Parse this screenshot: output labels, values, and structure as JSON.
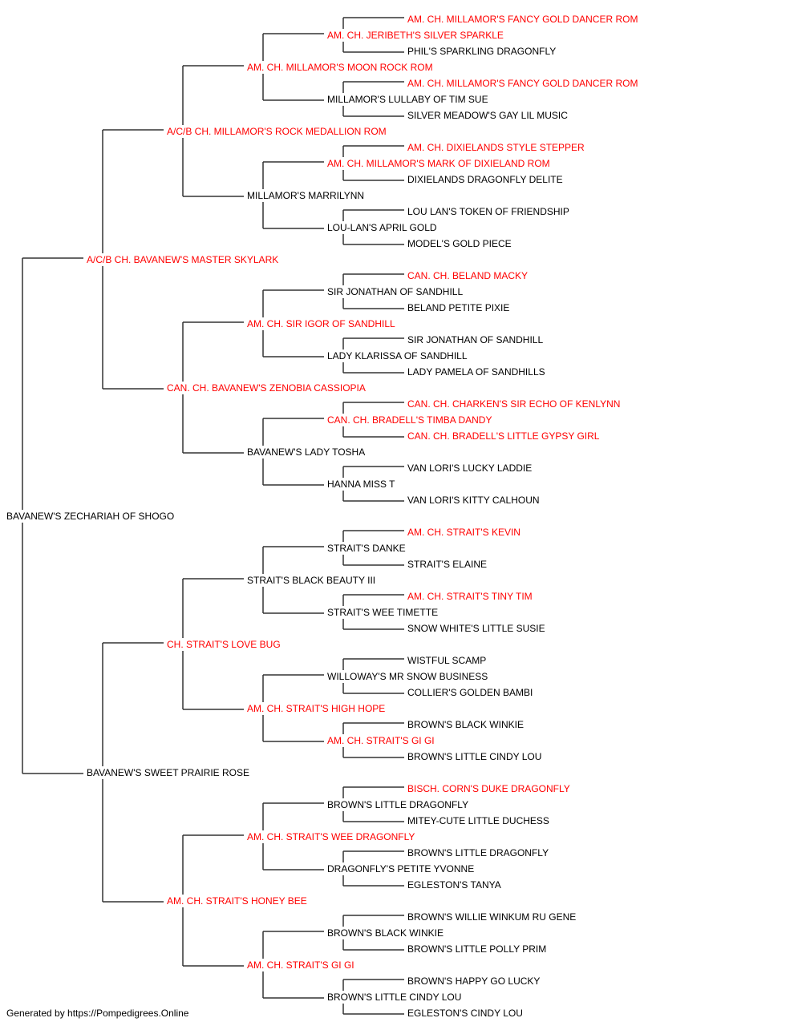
{
  "colors": {
    "champion": "#ff0000",
    "normal": "#000000",
    "line": "#333333"
  },
  "footer": {
    "credit": "Generated by https://Pompedigrees.Online"
  },
  "pedigree": [
    {
      "gen": 0,
      "row": 31,
      "name": "BAVANEW'S ZECHARIAH OF SHOGO",
      "champion": false
    },
    {
      "gen": 1,
      "row": 15,
      "name": "A/C/B CH. BAVANEW'S MASTER SKYLARK",
      "champion": true
    },
    {
      "gen": 1,
      "row": 47,
      "name": "BAVANEW'S SWEET PRAIRIE ROSE",
      "champion": false
    },
    {
      "gen": 2,
      "row": 7,
      "name": "A/C/B CH. MILLAMOR'S ROCK MEDALLION ROM",
      "champion": true
    },
    {
      "gen": 2,
      "row": 23,
      "name": "CAN. CH. BAVANEW'S ZENOBIA CASSIOPIA",
      "champion": true
    },
    {
      "gen": 2,
      "row": 39,
      "name": "CH. STRAIT'S LOVE BUG",
      "champion": true
    },
    {
      "gen": 2,
      "row": 55,
      "name": "AM. CH. STRAIT'S HONEY BEE",
      "champion": true
    },
    {
      "gen": 3,
      "row": 3,
      "name": "AM. CH. MILLAMOR'S MOON ROCK ROM",
      "champion": true
    },
    {
      "gen": 3,
      "row": 11,
      "name": "MILLAMOR'S MARRILYNN",
      "champion": false
    },
    {
      "gen": 3,
      "row": 19,
      "name": "AM. CH. SIR IGOR OF SANDHILL",
      "champion": true
    },
    {
      "gen": 3,
      "row": 27,
      "name": "BAVANEW'S LADY TOSHA",
      "champion": false
    },
    {
      "gen": 3,
      "row": 35,
      "name": "STRAIT'S BLACK BEAUTY III",
      "champion": false
    },
    {
      "gen": 3,
      "row": 43,
      "name": "AM. CH. STRAIT'S HIGH HOPE",
      "champion": true
    },
    {
      "gen": 3,
      "row": 51,
      "name": "AM. CH. STRAIT'S WEE DRAGONFLY",
      "champion": true
    },
    {
      "gen": 3,
      "row": 59,
      "name": "AM. CH. STRAIT'S GI GI",
      "champion": true
    },
    {
      "gen": 4,
      "row": 1,
      "name": "AM. CH. JERIBETH'S SILVER SPARKLE",
      "champion": true
    },
    {
      "gen": 4,
      "row": 5,
      "name": "MILLAMOR'S LULLABY OF TIM SUE",
      "champion": false
    },
    {
      "gen": 4,
      "row": 9,
      "name": "AM. CH. MILLAMOR'S MARK OF DIXIELAND ROM",
      "champion": true
    },
    {
      "gen": 4,
      "row": 13,
      "name": "LOU-LAN'S APRIL GOLD",
      "champion": false
    },
    {
      "gen": 4,
      "row": 17,
      "name": "SIR JONATHAN OF SANDHILL",
      "champion": false
    },
    {
      "gen": 4,
      "row": 21,
      "name": "LADY KLARISSA OF SANDHILL",
      "champion": false
    },
    {
      "gen": 4,
      "row": 25,
      "name": "CAN. CH. BRADELL'S TIMBA DANDY",
      "champion": true
    },
    {
      "gen": 4,
      "row": 29,
      "name": "HANNA MISS T",
      "champion": false
    },
    {
      "gen": 4,
      "row": 33,
      "name": "STRAIT'S DANKE",
      "champion": false
    },
    {
      "gen": 4,
      "row": 37,
      "name": "STRAIT'S WEE TIMETTE",
      "champion": false
    },
    {
      "gen": 4,
      "row": 41,
      "name": "WILLOWAY'S MR SNOW BUSINESS",
      "champion": false
    },
    {
      "gen": 4,
      "row": 45,
      "name": "AM. CH. STRAIT'S GI GI",
      "champion": true
    },
    {
      "gen": 4,
      "row": 49,
      "name": "BROWN'S LITTLE DRAGONFLY",
      "champion": false
    },
    {
      "gen": 4,
      "row": 53,
      "name": "DRAGONFLY'S PETITE YVONNE",
      "champion": false
    },
    {
      "gen": 4,
      "row": 57,
      "name": "BROWN'S BLACK WINKIE",
      "champion": false
    },
    {
      "gen": 4,
      "row": 61,
      "name": "BROWN'S LITTLE CINDY LOU",
      "champion": false
    },
    {
      "gen": 5,
      "row": 0,
      "name": "AM. CH. MILLAMOR'S FANCY GOLD DANCER ROM",
      "champion": true
    },
    {
      "gen": 5,
      "row": 2,
      "name": "PHIL'S SPARKLING DRAGONFLY",
      "champion": false
    },
    {
      "gen": 5,
      "row": 4,
      "name": "AM. CH. MILLAMOR'S FANCY GOLD DANCER ROM",
      "champion": true
    },
    {
      "gen": 5,
      "row": 6,
      "name": "SILVER MEADOW'S GAY LIL MUSIC",
      "champion": false
    },
    {
      "gen": 5,
      "row": 8,
      "name": "AM. CH. DIXIELANDS STYLE STEPPER",
      "champion": true
    },
    {
      "gen": 5,
      "row": 10,
      "name": "DIXIELANDS DRAGONFLY DELITE",
      "champion": false
    },
    {
      "gen": 5,
      "row": 12,
      "name": "LOU LAN'S TOKEN OF FRIENDSHIP",
      "champion": false
    },
    {
      "gen": 5,
      "row": 14,
      "name": "MODEL'S GOLD PIECE",
      "champion": false
    },
    {
      "gen": 5,
      "row": 16,
      "name": "CAN. CH. BELAND MACKY",
      "champion": true
    },
    {
      "gen": 5,
      "row": 18,
      "name": "BELAND PETITE PIXIE",
      "champion": false
    },
    {
      "gen": 5,
      "row": 20,
      "name": "SIR JONATHAN OF SANDHILL",
      "champion": false
    },
    {
      "gen": 5,
      "row": 22,
      "name": "LADY PAMELA OF SANDHILLS",
      "champion": false
    },
    {
      "gen": 5,
      "row": 24,
      "name": "CAN. CH. CHARKEN'S SIR ECHO OF KENLYNN",
      "champion": true
    },
    {
      "gen": 5,
      "row": 26,
      "name": "CAN. CH. BRADELL'S LITTLE GYPSY GIRL",
      "champion": true
    },
    {
      "gen": 5,
      "row": 28,
      "name": "VAN LORI'S LUCKY LADDIE",
      "champion": false
    },
    {
      "gen": 5,
      "row": 30,
      "name": "VAN LORI'S KITTY CALHOUN",
      "champion": false
    },
    {
      "gen": 5,
      "row": 32,
      "name": "AM. CH. STRAIT'S KEVIN",
      "champion": true
    },
    {
      "gen": 5,
      "row": 34,
      "name": "STRAIT'S ELAINE",
      "champion": false
    },
    {
      "gen": 5,
      "row": 36,
      "name": "AM. CH. STRAIT'S TINY TIM",
      "champion": true
    },
    {
      "gen": 5,
      "row": 38,
      "name": "SNOW WHITE'S LITTLE SUSIE",
      "champion": false
    },
    {
      "gen": 5,
      "row": 40,
      "name": "WISTFUL SCAMP",
      "champion": false
    },
    {
      "gen": 5,
      "row": 42,
      "name": "COLLIER'S GOLDEN BAMBI",
      "champion": false
    },
    {
      "gen": 5,
      "row": 44,
      "name": "BROWN'S BLACK WINKIE",
      "champion": false
    },
    {
      "gen": 5,
      "row": 46,
      "name": "BROWN'S LITTLE CINDY LOU",
      "champion": false
    },
    {
      "gen": 5,
      "row": 48,
      "name": "BISCH. CORN'S DUKE DRAGONFLY",
      "champion": true
    },
    {
      "gen": 5,
      "row": 50,
      "name": "MITEY-CUTE LITTLE DUCHESS",
      "champion": false
    },
    {
      "gen": 5,
      "row": 52,
      "name": "BROWN'S LITTLE DRAGONFLY",
      "champion": false
    },
    {
      "gen": 5,
      "row": 54,
      "name": "EGLESTON'S TANYA",
      "champion": false
    },
    {
      "gen": 5,
      "row": 56,
      "name": "BROWN'S WILLIE WINKUM RU GENE",
      "champion": false
    },
    {
      "gen": 5,
      "row": 58,
      "name": "BROWN'S LITTLE POLLY PRIM",
      "champion": false
    },
    {
      "gen": 5,
      "row": 60,
      "name": "BROWN'S HAPPY GO LUCKY",
      "champion": false
    },
    {
      "gen": 5,
      "row": 62,
      "name": "EGLESTON'S CINDY LOU",
      "champion": false
    }
  ]
}
